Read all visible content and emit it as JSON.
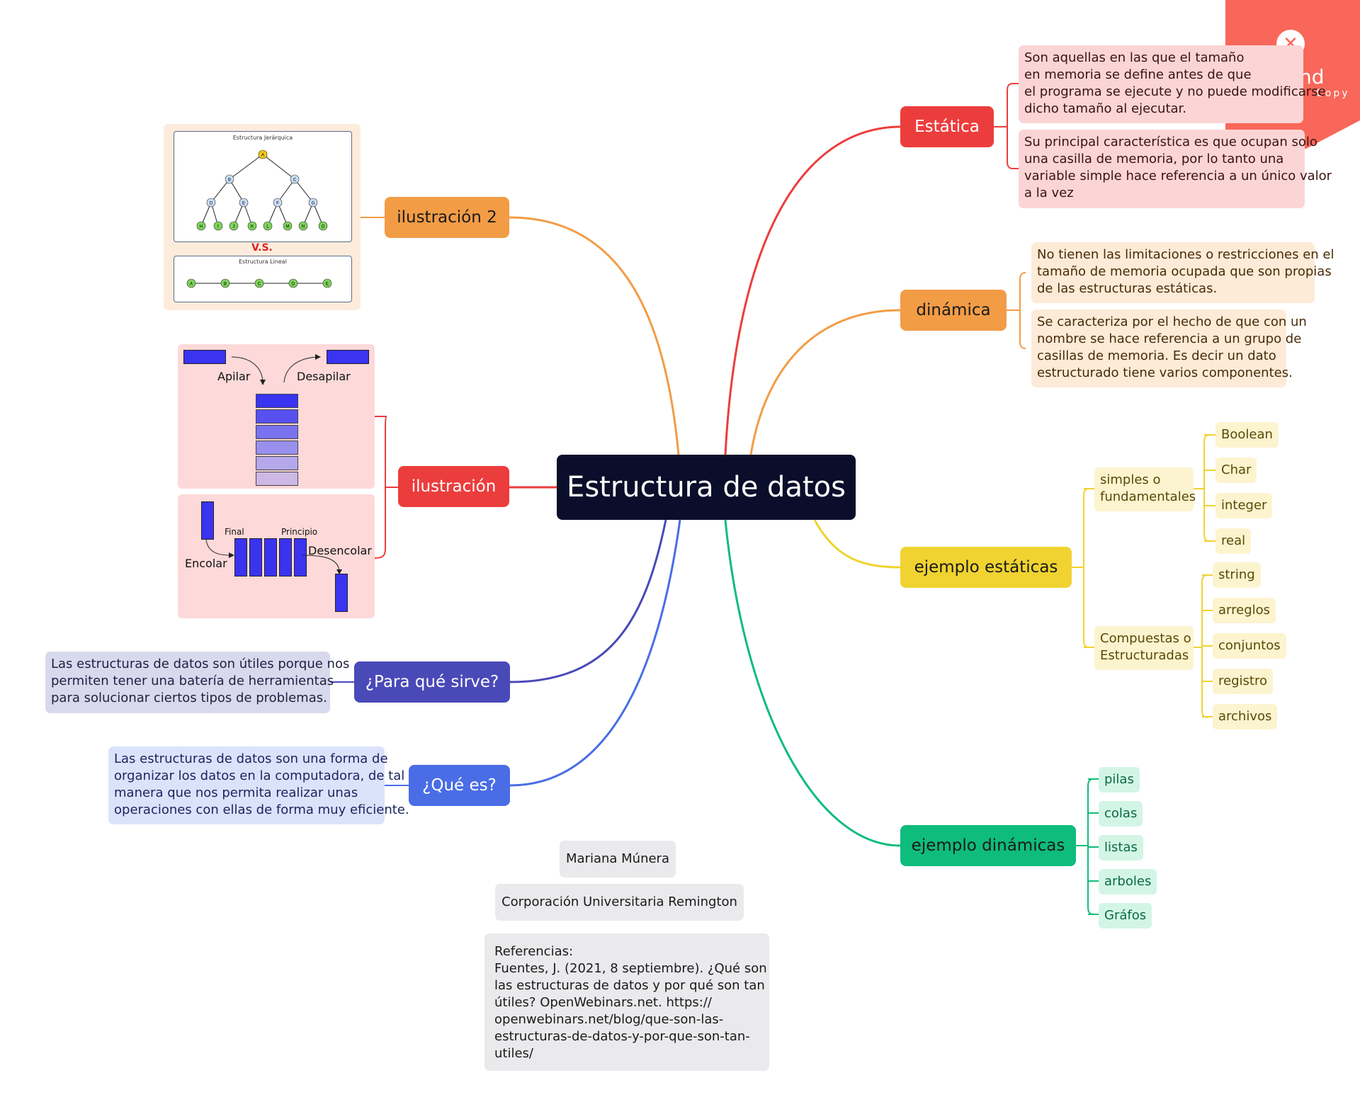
{
  "central": {
    "title": "Estructura de datos"
  },
  "colors": {
    "estatica": "#ec3d3d",
    "dinamica": "#f29c46",
    "ejemplo_estaticas": "#f0d331",
    "ejemplo_dinamicas": "#0ebc7c",
    "para_que": "#4a49b8",
    "que_es": "#4a6de6",
    "ilustracion": "#ec3d3d",
    "ilustracion2": "#f29c46"
  },
  "branches": {
    "estatica": {
      "label": "Estática",
      "notes": [
        [
          "Son aquellas en las que el tamaño",
          "en memoria se define antes de que",
          "el programa se ejecute y no puede modificarse",
          "dicho tamaño al ejecutar."
        ],
        [
          "Su principal característica es que ocupan solo",
          "una casilla de memoria, por lo tanto una",
          "variable simple hace referencia a un único valor",
          "a la vez"
        ]
      ]
    },
    "dinamica": {
      "label": "dinámica",
      "notes": [
        [
          "No tienen las limitaciones o restricciones en el",
          "tamaño de memoria ocupada que son propias",
          "de las estructuras estáticas."
        ],
        [
          "Se caracteriza por el hecho de que con un",
          "nombre se hace referencia a un grupo de",
          "casillas de memoria. Es decir un dato",
          "estructurado tiene varios componentes."
        ]
      ]
    },
    "ejemplo_estaticas": {
      "label": "ejemplo estáticas",
      "simples": {
        "label": [
          "simples o",
          "fundamentales"
        ],
        "items": [
          "Boolean",
          "Char",
          "integer",
          "real"
        ]
      },
      "compuestas": {
        "label": [
          "Compuestas o",
          "Estructuradas"
        ],
        "items": [
          "string",
          "arreglos",
          "conjuntos",
          "registro",
          "archivos"
        ]
      }
    },
    "ejemplo_dinamicas": {
      "label": "ejemplo dinámicas",
      "items": [
        "pilas",
        "colas",
        "listas",
        "arboles",
        "Gráfos"
      ]
    },
    "para_que": {
      "label": "¿Para qué sirve?",
      "note": [
        "Las estructuras de datos son útiles porque nos",
        "permiten tener una batería de herramientas",
        "para solucionar ciertos tipos de problemas."
      ]
    },
    "que_es": {
      "label": "¿Qué es?",
      "note": [
        "Las estructuras de datos son una forma de",
        "organizar los datos en la computadora, de tal",
        "manera que nos permita realizar unas",
        "operaciones con ellas de forma muy eficiente."
      ]
    },
    "ilustracion": {
      "label": "ilustración"
    },
    "ilustracion2": {
      "label": "ilustración 2"
    }
  },
  "illustration_stack": {
    "push": "Apilar",
    "pop": "Desapilar"
  },
  "illustration_queue": {
    "final": "Final",
    "start": "Principio",
    "enqueue": "Encolar",
    "dequeue": "Desencolar"
  },
  "illustration_tree": {
    "title": "Estructura Jerárquica",
    "vs": "V.S.",
    "linear_title": "Estructura Lineal",
    "tree_nodes": [
      "A",
      "B",
      "C",
      "D",
      "E",
      "F",
      "G",
      "H",
      "I",
      "J",
      "K",
      "L",
      "M",
      "N",
      "O"
    ],
    "linear_nodes": [
      "A",
      "B",
      "C",
      "D",
      "E"
    ]
  },
  "footer": {
    "author": "Mariana Múnera",
    "institution": "Corporación Universitaria Remington",
    "references": [
      "Referencias:",
      "Fuentes, J. (2021, 8 septiembre). ¿Qué son",
      "las estructuras de datos y por qué son tan",
      "útiles? OpenWebinars.net. https://",
      "openwebinars.net/blog/que-son-las-",
      "estructuras-de-datos-y-por-que-son-tan-",
      "utiles/"
    ]
  },
  "brand": {
    "text_fragment": "nd",
    "sub": "Copy",
    "icon": "x-logo-icon"
  }
}
